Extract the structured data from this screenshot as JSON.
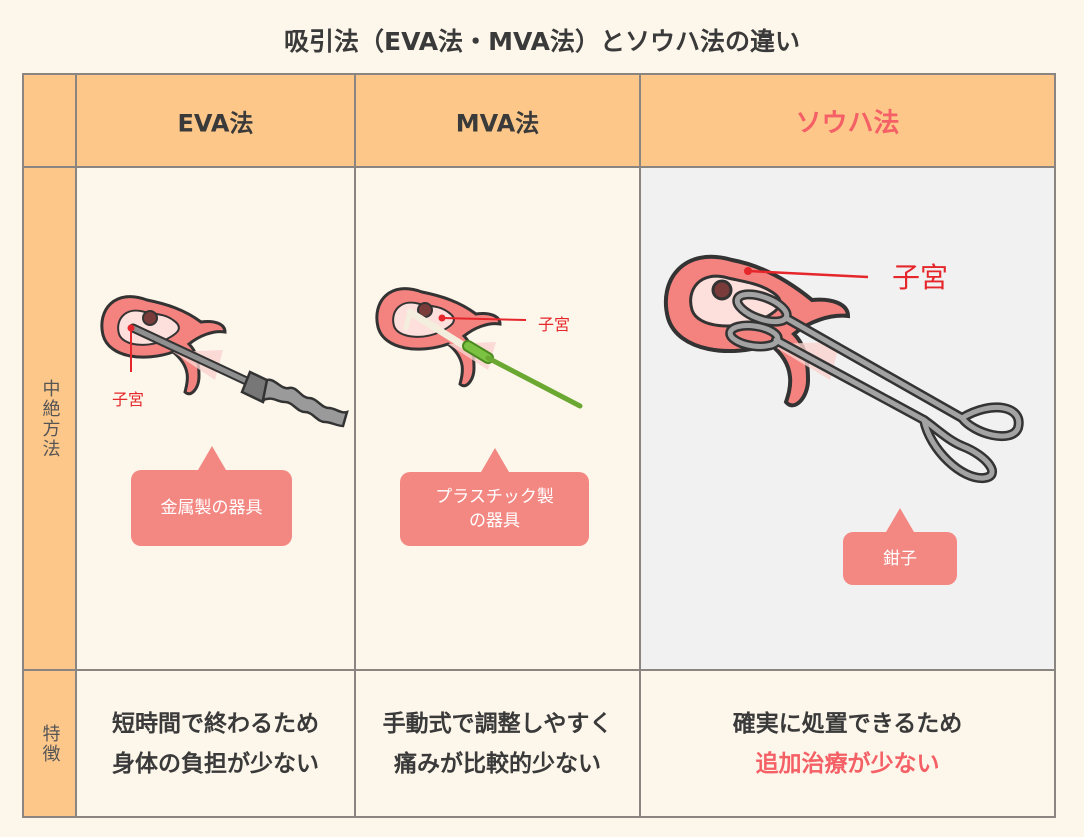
{
  "title": "吸引法（EVA法・MVA法）とソウハ法の違い",
  "headers": {
    "eva": "EVA法",
    "mva": "MVA法",
    "souha": "ソウハ法"
  },
  "row_labels": {
    "method": "中絶方法",
    "features": "特徴"
  },
  "labels": {
    "uterus": "子宮"
  },
  "callouts": {
    "eva": "金属製の器具",
    "mva_line1": "プラスチック製",
    "mva_line2": "の器具",
    "souha": "鉗子"
  },
  "features": {
    "eva_line1": "短時間で終わるため",
    "eva_line2": "身体の負担が少ない",
    "mva_line1": "手動式で調整しやすく",
    "mva_line2": "痛みが比較的少ない",
    "souha_line1": "確実に処置できるため",
    "souha_line2": "追加治療が少ない"
  },
  "colors": {
    "header_bg": "#fdc78a",
    "accent": "#f46065",
    "callout": "#f38883",
    "uterus": "#f4837f"
  }
}
